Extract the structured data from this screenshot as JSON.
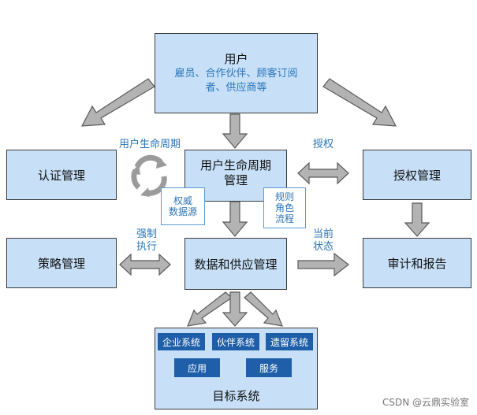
{
  "user": {
    "title": "用户",
    "line1": "雇员、合作伙伴、顾客订阅",
    "line2": "者、供应商等"
  },
  "auth_mgmt": "认证管理",
  "lifecycle": {
    "line1": "用户生命周期",
    "line2": "管理"
  },
  "authz_mgmt": "授权管理",
  "policy_mgmt": "策略管理",
  "data_supply": "数据和供应管理",
  "audit": "审计和报告",
  "labels": {
    "lifecycle_top": "用户生命周期",
    "authorize": "授权",
    "enforce_1": "强制",
    "enforce_2": "执行",
    "current_1": "当前",
    "current_2": "状态"
  },
  "sub_boxes": {
    "authority_1": "权威",
    "authority_2": "数据源",
    "rules_1": "规则",
    "rules_2": "角色",
    "rules_3": "流程"
  },
  "target": {
    "title": "目标系统",
    "enterprise": "企业系统",
    "partner": "伙伴系统",
    "legacy": "遗留系统",
    "app": "应用",
    "service": "服务"
  },
  "watermark": "CSDN @云鼎实验室",
  "colors": {
    "box_fill": "#c7e0f8",
    "arrow_fill": "#b3b3b3",
    "arrow_stroke": "#5a5a5a",
    "dark_box": "#1f5ea8",
    "label_blue": "#2a74b8"
  }
}
